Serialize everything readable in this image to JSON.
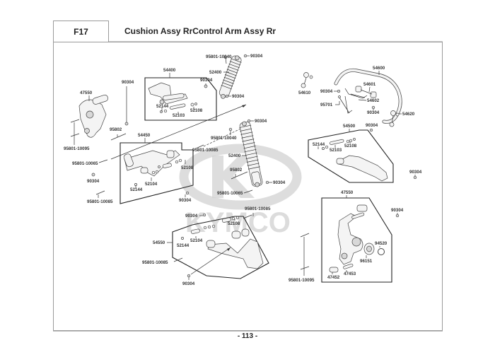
{
  "header": {
    "code": "F17",
    "title": "Cushion Assy RrControl Arm Assy Rr"
  },
  "watermark": {
    "brand": "KYMCO",
    "logo_letter": "K"
  },
  "footer": {
    "page_number": "- 113 -"
  },
  "parts": {
    "knuckle_left": "47550",
    "pin_left_top": "90304",
    "bolt_left_knuckle": "95801-10095",
    "bolt_95802_left": "95802",
    "upper_arm_assy": "54400",
    "upper_arm_nut": "90304",
    "upper_arm_collar": "52144",
    "upper_arm_pipe": "52103",
    "upper_arm_bush": "52108",
    "shock_top_bolt": "95801-10040",
    "shock_top_nut": "90304",
    "shock_absorber": "52400",
    "shock_bottom_nut": "90304",
    "lower_arm_assy": "54450",
    "bolt_10065_left": "95801-10065",
    "nut_left_mid": "90304",
    "bolt_10085_left": "95801-10085",
    "lower_arm_bush": "52108",
    "lower_arm_pipe": "52104",
    "lower_arm_collar": "52144",
    "nut_below_lower_arm": "90304",
    "bolt_10085_mid": "95801-10085",
    "shock2_top_nut": "90304",
    "shock2_top_bolt": "95801-10040",
    "shock2": "52400",
    "bolt_95802_mid": "95802",
    "shock2_bottom_nut": "90304",
    "shock2_bottom_bolt": "95801-10065",
    "arm_bottom_nut_top": "90304",
    "arm_bottom_bolt_top": "95801-10085",
    "arm_bottom_bush": "52108",
    "arm_bottom_pipe": "52104",
    "arm_bottom_collar": "52144",
    "arm_bottom_assy": "54550",
    "arm_bottom_bolt_left": "95801-10085",
    "arm_bottom_nut": "90304",
    "stabilizer_bar": "54600",
    "stab_link_left": "54610",
    "stab_nut": "90304",
    "stab_holder": "54601",
    "stab_holder_plate": "54602",
    "stab_bracket": "95701",
    "stab_nut_lower": "90304",
    "stab_link_right": "54620",
    "right_arm_assy": "54500",
    "right_arm_nut": "90304",
    "right_arm_collar": "52144",
    "right_arm_pipe": "52103",
    "right_arm_bush": "52108",
    "right_nut_far": "90304",
    "knuckle_right": "47550",
    "knuckle_right_nut": "90304",
    "circlip": "94520",
    "bearing": "96151",
    "knuckle_collar": "47452",
    "knuckle_pipe": "47453",
    "bolt_right_knuckle": "95801-10095"
  }
}
